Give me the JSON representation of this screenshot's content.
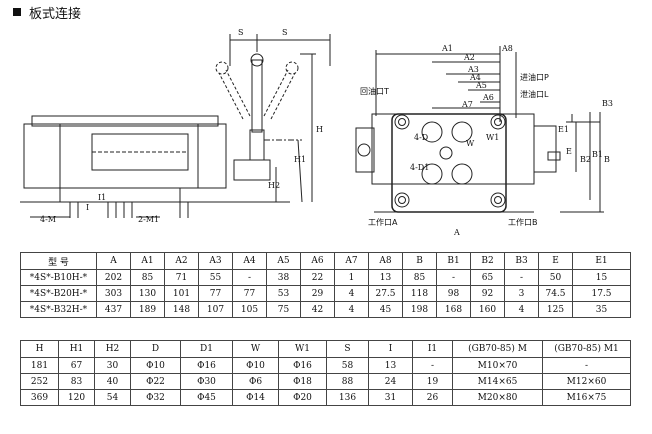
{
  "title": "板式连接",
  "diagram": {
    "left": {
      "dim_s1": "S",
      "dim_s2": "S",
      "dim_h": "H",
      "dim_h1": "H1",
      "dim_h2": "H2",
      "label_4m": "4-M",
      "label_2m1": "2-M1",
      "label_i": "I",
      "label_i1": "I1"
    },
    "right": {
      "a1": "A1",
      "a2": "A2",
      "a3": "A3",
      "a4": "A4",
      "a5": "A5",
      "a6": "A6",
      "a7": "A7",
      "a8": "A8",
      "port_p": "进油口P",
      "port_l": "泄油口L",
      "port_t": "回油口T",
      "port_a": "工作口A",
      "port_b": "工作口B",
      "e1": "E1",
      "b3": "B3",
      "e": "E",
      "b2": "B2",
      "b1": "B1",
      "b": "B",
      "w1": "W1",
      "w": "W",
      "a": "A",
      "code1": "4-D",
      "code2": "4-D1"
    }
  },
  "table1": {
    "header": [
      "型 号",
      "A",
      "A1",
      "A2",
      "A3",
      "A4",
      "A5",
      "A6",
      "A7",
      "A8",
      "B",
      "B1",
      "B2",
      "B3",
      "E",
      "E1"
    ],
    "rows": [
      [
        "*4S*-B10H-*",
        "202",
        "85",
        "71",
        "55",
        "-",
        "38",
        "22",
        "1",
        "13",
        "85",
        "-",
        "65",
        "-",
        "50",
        "15"
      ],
      [
        "*4S*-B20H-*",
        "303",
        "130",
        "101",
        "77",
        "77",
        "53",
        "29",
        "4",
        "27.5",
        "118",
        "98",
        "92",
        "3",
        "74.5",
        "17.5"
      ],
      [
        "*4S*-B32H-*",
        "437",
        "189",
        "148",
        "107",
        "105",
        "75",
        "42",
        "4",
        "45",
        "198",
        "168",
        "160",
        "4",
        "125",
        "35"
      ]
    ]
  },
  "table2": {
    "header": [
      "H",
      "H1",
      "H2",
      "D",
      "D1",
      "W",
      "W1",
      "S",
      "I",
      "I1",
      "(GB70-85) M",
      "(GB70-85) M1"
    ],
    "rows": [
      [
        "181",
        "67",
        "30",
        "Φ10",
        "Φ16",
        "Φ10",
        "Φ16",
        "58",
        "13",
        "-",
        "M10×70",
        "-"
      ],
      [
        "252",
        "83",
        "40",
        "Φ22",
        "Φ30",
        "Φ6",
        "Φ18",
        "88",
        "24",
        "19",
        "M14×65",
        "M12×60"
      ],
      [
        "369",
        "120",
        "54",
        "Φ32",
        "Φ45",
        "Φ14",
        "Φ20",
        "136",
        "31",
        "26",
        "M20×80",
        "M16×75"
      ]
    ]
  }
}
